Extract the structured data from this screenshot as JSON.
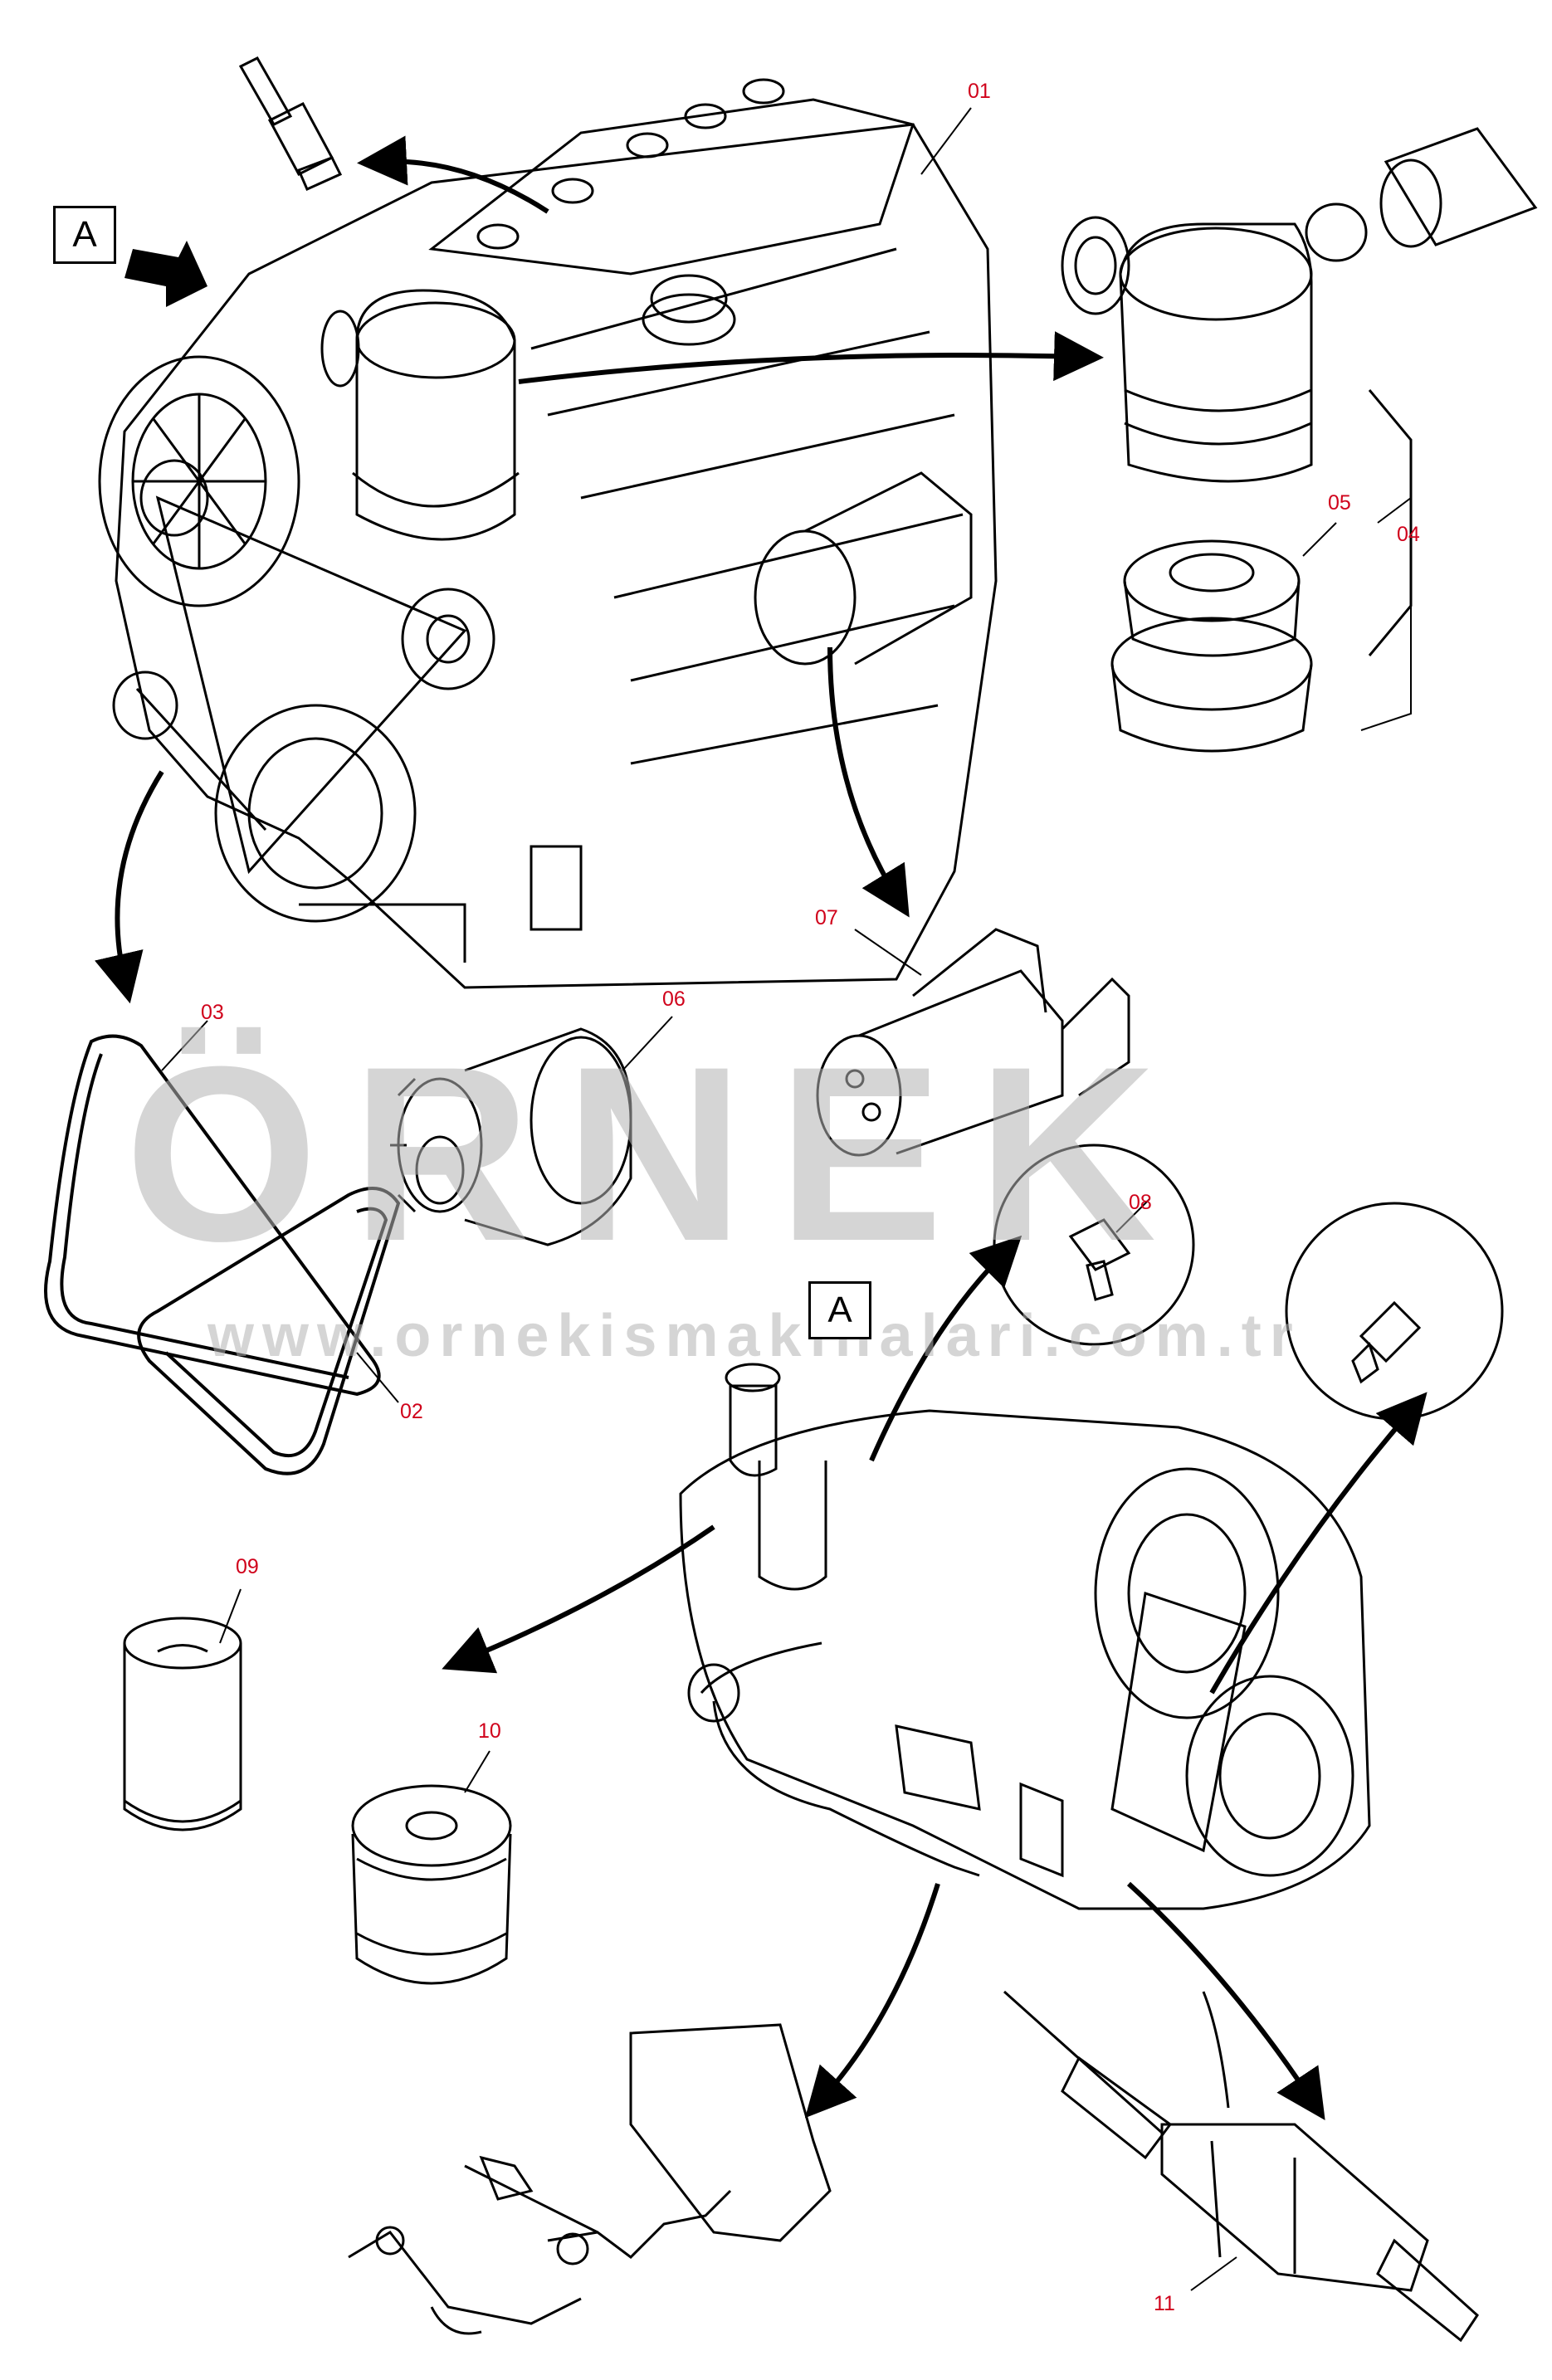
{
  "view_marker": "A",
  "watermark": {
    "brand": "ÖRNEK",
    "url": "www.ornekismakinalari.com.tr"
  },
  "callouts": {
    "c01": "01",
    "c02": "02",
    "c03": "03",
    "c04": "04",
    "c05": "05",
    "c06": "06",
    "c07": "07",
    "c08": "08",
    "c09": "09",
    "c10": "10",
    "c11": "11"
  },
  "colors": {
    "callout": "#d0021b",
    "line": "#000000",
    "watermark": "#b4b4b4",
    "watermark_accent": "#f3c22a"
  }
}
